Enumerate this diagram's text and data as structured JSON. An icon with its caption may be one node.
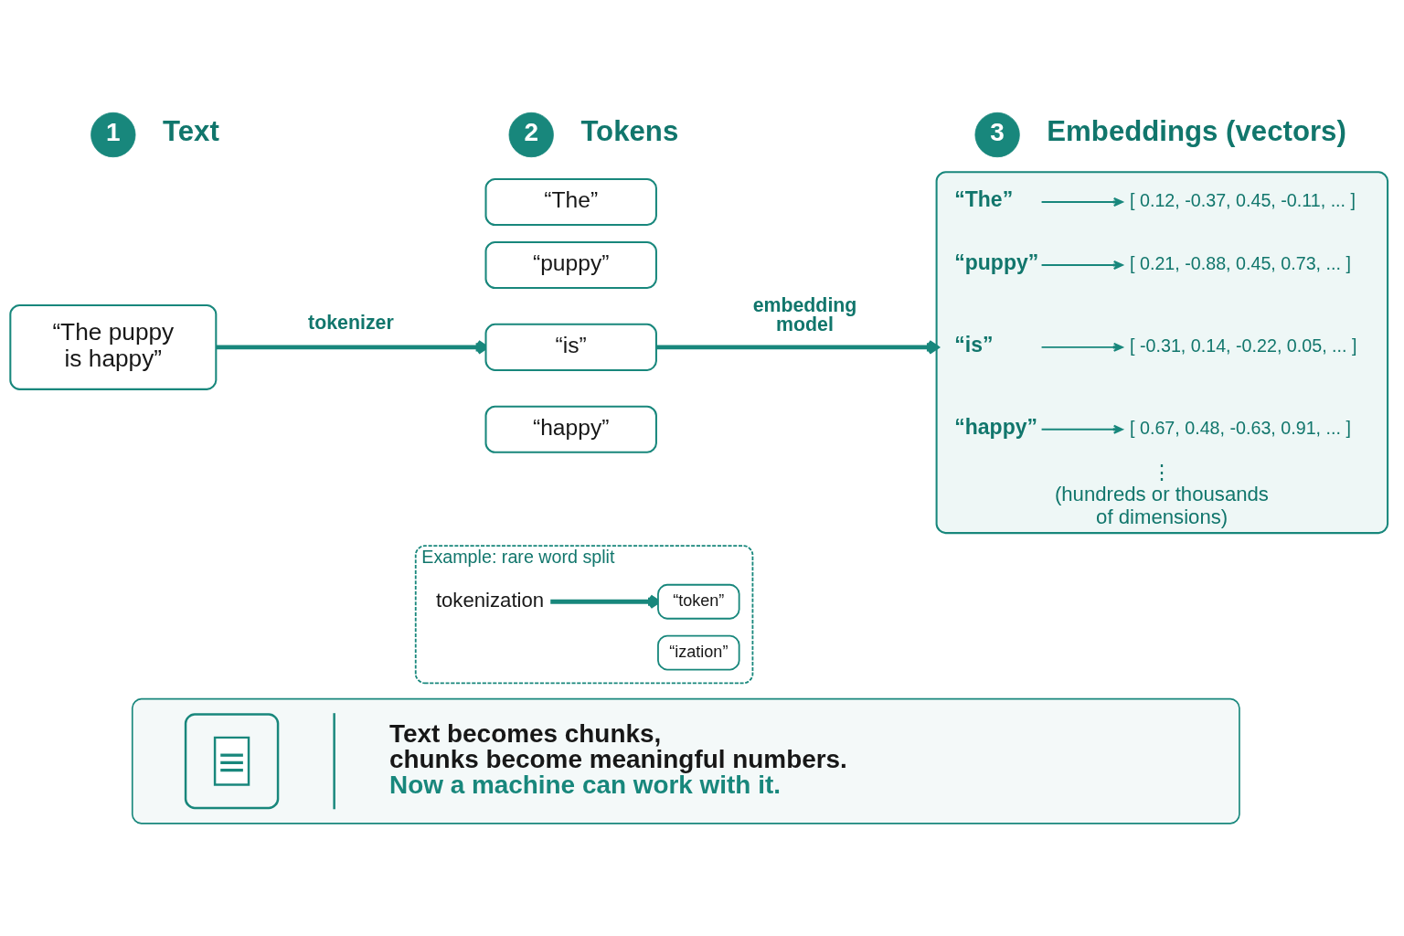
{
  "diagram": {
    "nodes": [
      {
        "text": [
          "1"
        ],
        "beside": [
          "Text"
        ]
      },
      {
        "text": [
          "“The puppy is happy”"
        ]
      },
      {
        "text": [
          "2"
        ],
        "beside": [
          "Tokens"
        ]
      },
      {
        "text": [
          "“The”"
        ]
      },
      {
        "text": [
          "“puppy”"
        ]
      },
      {
        "text": [
          "“is”"
        ]
      },
      {
        "text": [
          "“happy”"
        ]
      },
      {
        "text": [
          "Example: rare word split"
        ]
      },
      {
        "text": [
          "tokenization"
        ],
        "in": 7
      },
      {
        "text": [
          "“token”"
        ],
        "in": 7
      },
      {
        "text": [
          "“ization”"
        ],
        "in": 7
      },
      {
        "text": [
          "3"
        ],
        "beside": [
          "Embeddings (vectors)"
        ]
      },
      {
        "text": [
          "⋮",
          "(hundreds or thousands of dimensions)"
        ]
      },
      {
        "text": [
          "“The”"
        ],
        "in": 12
      },
      {
        "text": [
          "[ 0.12, -0.37, 0.45, -0.11, ... ]"
        ],
        "in": 12
      },
      {
        "text": [
          "“puppy”"
        ],
        "in": 12
      },
      {
        "text": [
          "[ 0.21, -0.88, 0.45, 0.73, ... ]"
        ],
        "in": 12
      },
      {
        "text": [
          "“is”"
        ],
        "in": 12
      },
      {
        "text": [
          "[ -0.31, 0.14, -0.22, 0.05, ... ]"
        ],
        "in": 12
      },
      {
        "text": [
          "“happy”"
        ],
        "in": 12
      },
      {
        "text": [
          "[ 0.67, 0.48, -0.63, 0.91, ... ]"
        ],
        "in": 12
      },
      {
        "text": [
          "Text becomes chunks, chunks become meaningful numbers.",
          "Now a machine can work with it."
        ]
      }
    ],
    "edges": [
      {
        "from": 1,
        "to": 5,
        "arrow": "to",
        "label": "tokenizer",
        "style": "thick"
      },
      {
        "from": 5,
        "to": 12,
        "arrow": "to",
        "label": "embedding model",
        "style": "thick"
      },
      {
        "from": 8,
        "to": 9,
        "arrow": "to",
        "style": "thick"
      },
      {
        "from": 13,
        "to": 14,
        "arrow": "to"
      },
      {
        "from": 15,
        "to": 16,
        "arrow": "to"
      },
      {
        "from": 17,
        "to": 18,
        "arrow": "to"
      },
      {
        "from": 19,
        "to": 20,
        "arrow": "to"
      }
    ]
  }
}
